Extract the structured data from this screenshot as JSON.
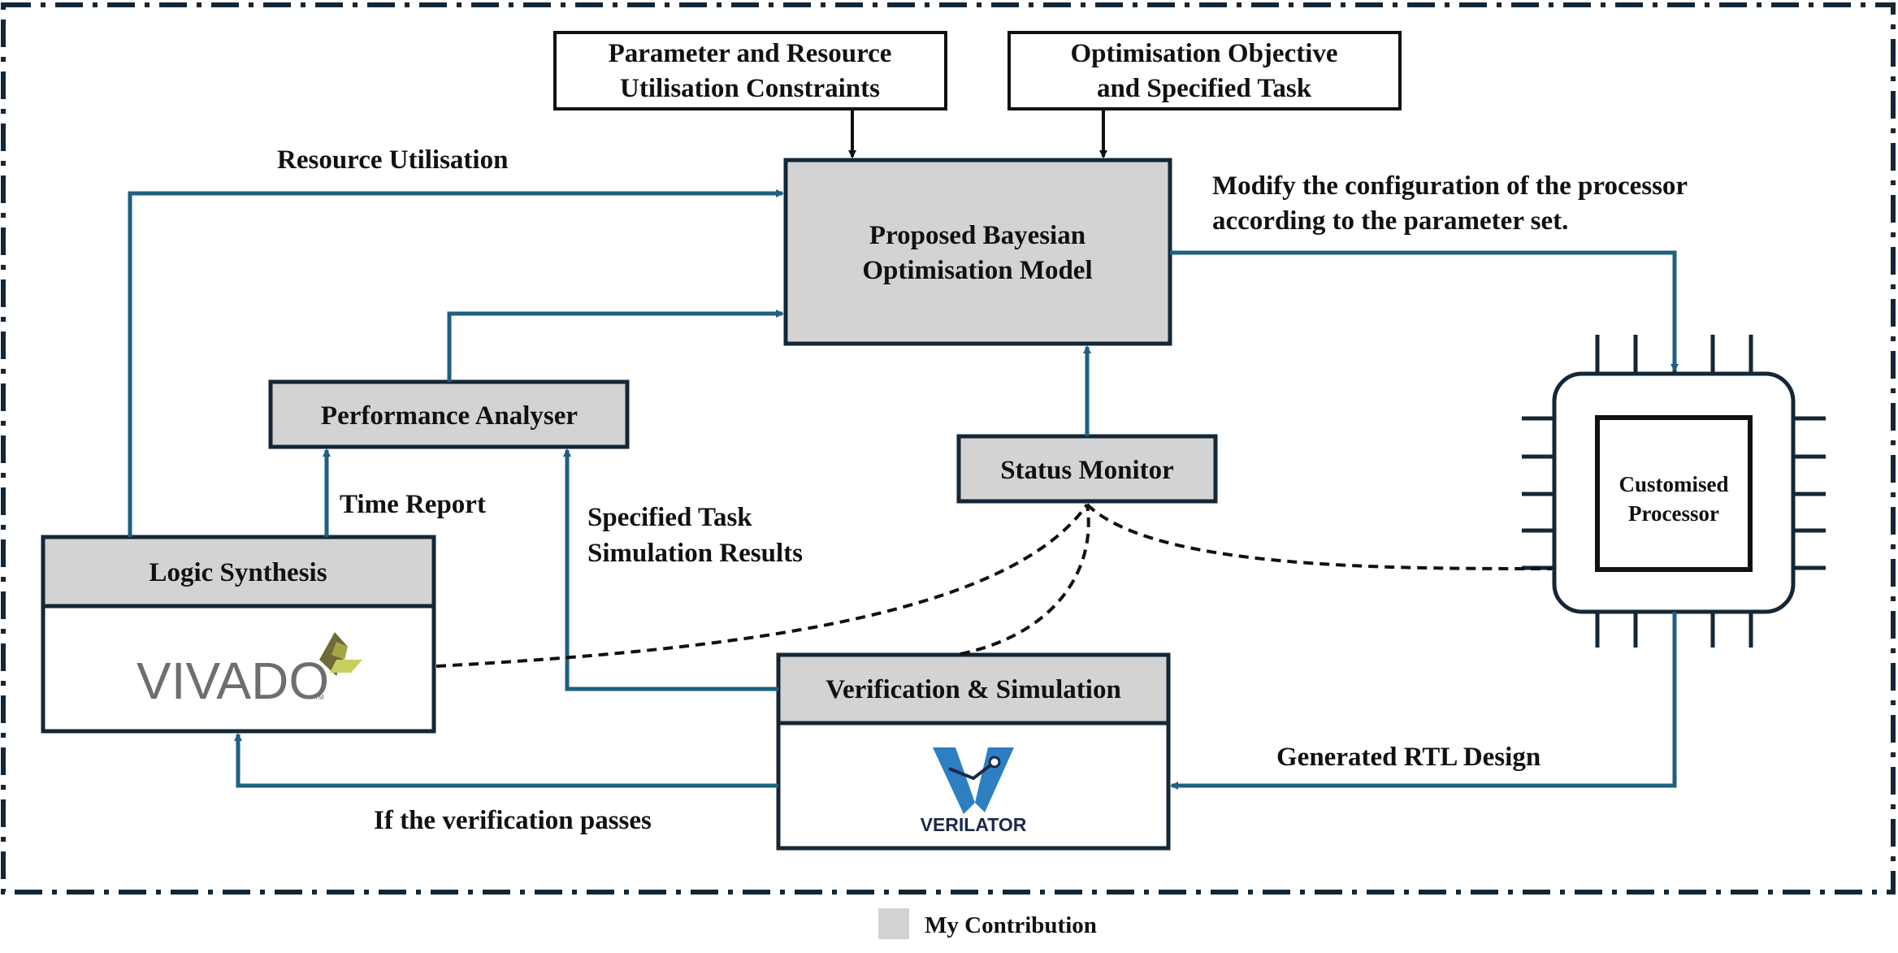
{
  "colors": {
    "flow": "#1f5f7f",
    "box_fill_contribution": "#d3d3d3",
    "box_border": "#142737",
    "dashed": "#111111",
    "vivado_text": "#6e6e6e",
    "vivado_leaf_dark": "#6e6b38",
    "vivado_leaf_light": "#c8cf5d",
    "verilator_blue": "#2e7fc1",
    "verilator_navy": "#1b2a4a"
  },
  "inputs": {
    "constraints": [
      "Parameter and Resource",
      "Utilisation Constraints"
    ],
    "objective": [
      "Optimisation Objective",
      "and Specified Task"
    ]
  },
  "nodes": {
    "bayesian_model": [
      "Proposed Bayesian",
      "Optimisation Model"
    ],
    "performance_analyser": "Performance Analyser",
    "status_monitor": "Status Monitor",
    "logic_synthesis": "Logic Synthesis",
    "verification": "Verification & Simulation",
    "processor": [
      "Customised",
      "Processor"
    ]
  },
  "logos": {
    "vivado": {
      "icon": "vivado-logo",
      "text": "VIVADO",
      "tm": "TM"
    },
    "verilator": {
      "icon": "verilator-logo",
      "text": "VERILATOR"
    }
  },
  "edge_labels": {
    "resource_utilisation": "Resource Utilisation",
    "modify_config": [
      "Modify the configuration of the processor",
      "according to the parameter set."
    ],
    "time_report": "Time Report",
    "sim_results": [
      "Specified Task",
      "Simulation Results"
    ],
    "rtl_design": "Generated RTL Design",
    "verification_passes": "If the verification passes"
  },
  "legend": {
    "label": "My Contribution",
    "color": "#d3d3d3"
  }
}
